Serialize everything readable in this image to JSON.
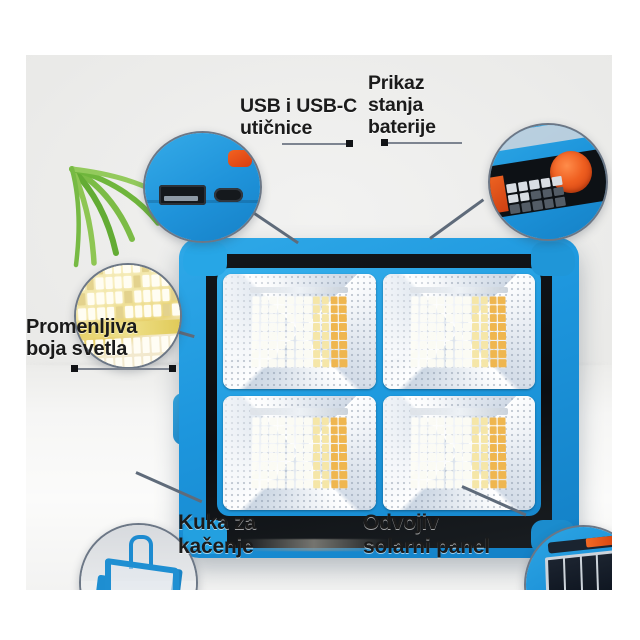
{
  "image": {
    "type": "product-infographic",
    "subject": "Solar LED flood light / work lamp",
    "language": "Serbian",
    "background_color": "#e9e9e7",
    "accent_color": "#1f93da",
    "leader_color": "#7d8490",
    "text_color": "#1b1b1b"
  },
  "callouts": [
    {
      "id": "usb",
      "label": "USB i USB-C\nutičnice",
      "line1": "USB i USB-C",
      "line2": "utičnice",
      "bubble": "usb-ports-closeup"
    },
    {
      "id": "battery",
      "label": "Prikaz\nstanja\nbaterije",
      "line1": "Prikaz",
      "line2": "stanja",
      "line3": "baterije",
      "bubble": "battery-indicator-closeup"
    },
    {
      "id": "light-color",
      "label": "Promenljiva\nboja svetla",
      "line1": "Promenljiva",
      "line2": "boja svetla",
      "bubble": "warm-led-closeup"
    },
    {
      "id": "hook",
      "label": "Kuka za\nkačenje",
      "line1": "Kuka za",
      "line2": "kačenje",
      "bubble": "hanging-hook-closeup"
    },
    {
      "id": "solar",
      "label": "Odvojiv\nsolarni panel",
      "line1": "Odvojiv",
      "line2": "solarni panel",
      "bubble": "detachable-solar-panel-closeup"
    }
  ],
  "product": {
    "name": "solar-flood-lamp",
    "led_panels": 4,
    "body_color": "#1f93da",
    "bezel_color": "#0d1115"
  },
  "decor": {
    "palm_leaf_color": "#6db33f"
  }
}
